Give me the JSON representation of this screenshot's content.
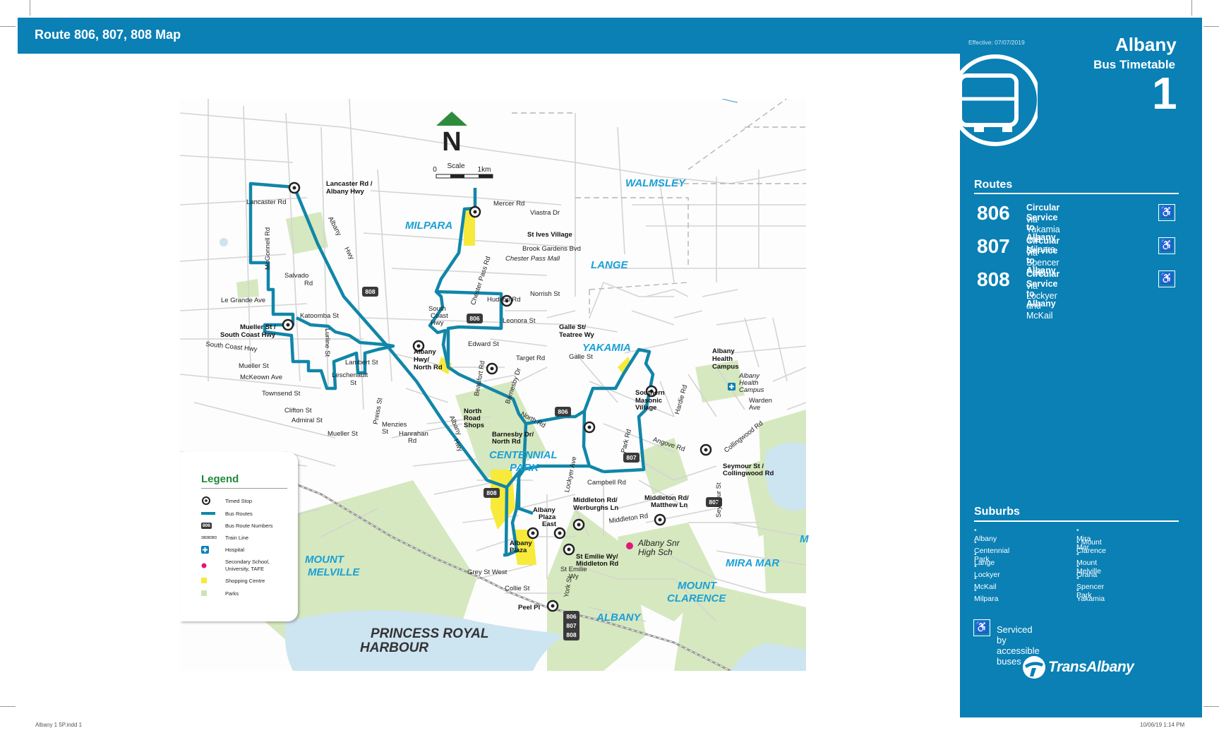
{
  "header": {
    "title": "Route 806, 807, 808 Map"
  },
  "effective": "Effective: 07/07/2019",
  "panel": {
    "city": "Albany",
    "subtitle": "Bus Timetable",
    "number": "1",
    "routes_heading": "Routes",
    "routes": [
      {
        "number": "806",
        "line1": "Circular Service to Albany",
        "line2": "via Yakamia and Milpara"
      },
      {
        "number": "807",
        "line1": "Circular Service to Albany",
        "line2": "via Spencer Park"
      },
      {
        "number": "808",
        "line1": "Circular Service to Albany",
        "line2": "via Lockyer and McKail"
      }
    ],
    "suburbs_heading": "Suburbs",
    "suburbs_col1": [
      "Albany",
      "Centennial Park",
      "Lange",
      "Lockyer",
      "McKail",
      "Milpara"
    ],
    "suburbs_col2": [
      "Mira Mar",
      "Mount Clarence",
      "Mount Melville",
      "Orana",
      "Spencer Park",
      "Yakamia"
    ],
    "accessible_note": "Serviced by accessible buses",
    "brand": "TransAlbany"
  },
  "legend": {
    "title": "Legend",
    "items": [
      "Timed Stop",
      "Bus Routes",
      "Bus Route Numbers",
      "Train Line",
      "Hospital",
      "Secondary School, University, TAFE",
      "Shopping Centre",
      "Parks"
    ],
    "route_badge": "806"
  },
  "map": {
    "north": "N",
    "scale_label": "Scale",
    "scale_start": "0",
    "scale_end": "1km",
    "suburbs": [
      "WALMSLEY",
      "MILPARA",
      "LANGE",
      "YAKAMIA",
      "CENTENNIAL",
      "PARK",
      "MOUNT",
      "MELVILLE",
      "PRINCESS ROYAL",
      "HARBOUR",
      "ALBANY",
      "MOUNT",
      "CLARENCE",
      "MIRA MAR",
      "M"
    ],
    "stops": [
      "Lancaster Rd /",
      "Albany Hwy",
      "St Ives Village",
      "Mueller St /",
      "South Coast Hwy",
      "Albany",
      "Hwy/",
      "North Rd",
      "Galle St/",
      "Teatree Wy",
      "North",
      "Road",
      "Shops",
      "Barnesby Dr/",
      "North Rd",
      "Albany",
      "Health",
      "Campus",
      "Southern",
      "Masonic",
      "Village",
      "Seymour St /",
      "Collingwood Rd",
      "Middleton Rd/",
      "Werburghs Ln",
      "Middleton Rd/",
      "Matthew Ln",
      "Albany",
      "Plaza",
      "East",
      "Albany",
      "Plaza",
      "St Emilie Wy/",
      "Middleton Rd",
      "Peel Pl"
    ],
    "streets": [
      "Lancaster Rd",
      "McGonnell Rd",
      "Salvado",
      "Rd",
      "Le Grande Ave",
      "Katoomba St",
      "South Coast Hwy",
      "Mueller St",
      "McKeown Ave",
      "Townsend St",
      "Clifton St",
      "Admiral St",
      "Mueller St",
      "Lurline St",
      "Lambert St",
      "Leschenault",
      "St",
      "Preiss St",
      "Menzies",
      "St",
      "Hanrahan",
      "Rd",
      "Albany",
      "Hwy",
      "Mercer Rd",
      "Viastra Dr",
      "Brook Gardens Bvd",
      "Chester Pass Mall",
      "Chester Pass Rd",
      "Hudson Rd",
      "Norrish St",
      "Leonora St",
      "South",
      "Coast",
      "Hwy",
      "Edward St",
      "Target Rd",
      "Galle St",
      "Beaufort Rd",
      "Barnesby Dr",
      "North Rd",
      "Lockyer Ave",
      "Park Rd",
      "Campbell Rd",
      "Middleton Rd",
      "Angove Rd",
      "Hardie Rd",
      "Albany",
      "Health",
      "Campus",
      "Warden",
      "Ave",
      "Collingwood Rd",
      "Seymour St",
      "Albany Snr",
      "High Sch",
      "Grey St West",
      "St Emilie",
      "Wy",
      "Collie St",
      "York St",
      "Albany",
      "Hwy"
    ],
    "route_badges": [
      "808",
      "806",
      "806",
      "807",
      "807",
      "808"
    ],
    "terminal_badges": [
      "806",
      "807",
      "808"
    ]
  },
  "colors": {
    "brand": "#0a80b5",
    "route": "#1186a8",
    "park": "#d6e8bf",
    "water": "#cde4f1",
    "shopping": "#f7ea3b",
    "hospital": "#0a80b5",
    "school": "#e0177c",
    "legend_title": "#1e8a3a",
    "north_arrow": "#2e8b3e"
  },
  "footer": {
    "left": "Albany 1 5P.indd   1",
    "right": "10/06/19   1:14 PM"
  }
}
